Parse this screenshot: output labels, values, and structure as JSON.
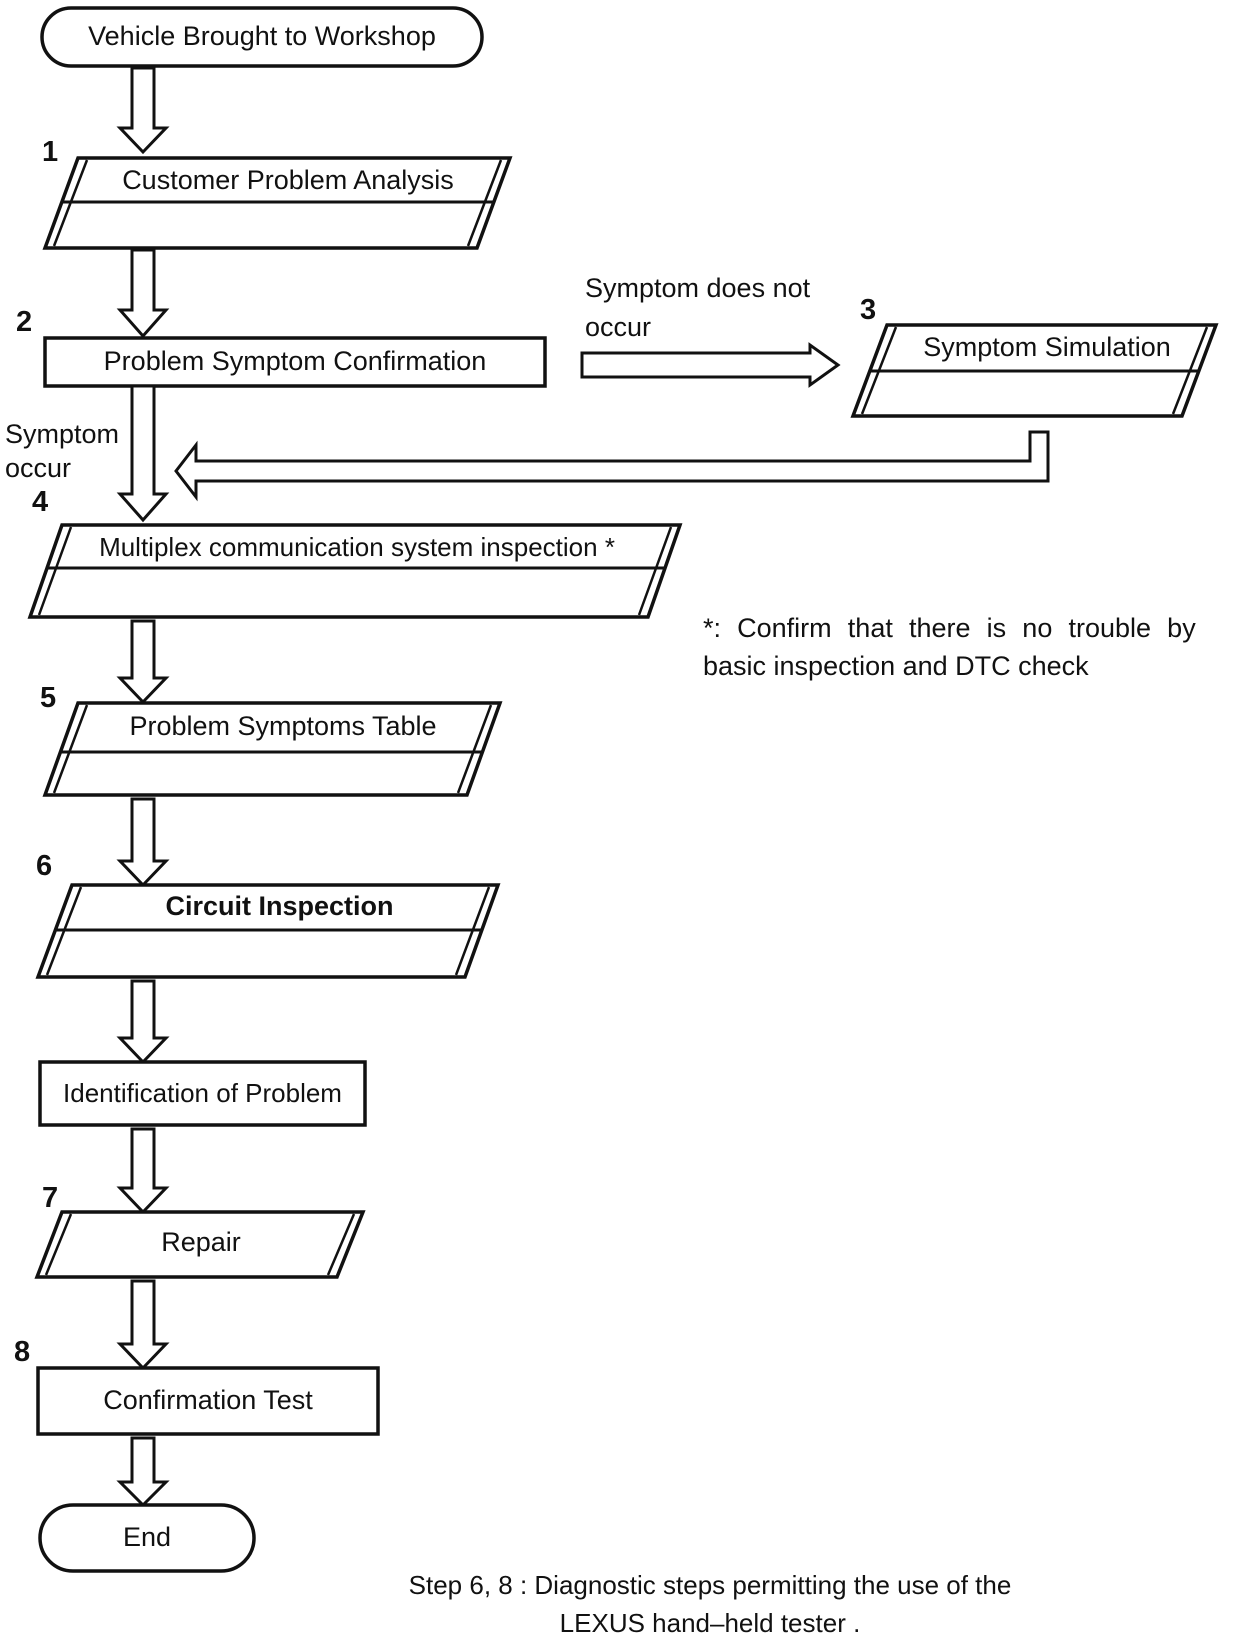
{
  "nodes": {
    "start": {
      "label": "Vehicle Brought to Workshop"
    },
    "step1": {
      "number": "1",
      "label": "Customer Problem Analysis"
    },
    "step2": {
      "number": "2",
      "label": "Problem Symptom Confirmation"
    },
    "step3": {
      "number": "3",
      "label": "Symptom Simulation"
    },
    "step4": {
      "number": "4",
      "label": "Multiplex communication system inspection *"
    },
    "step5": {
      "number": "5",
      "label": "Problem Symptoms Table"
    },
    "step6": {
      "number": "6",
      "label": "Circuit Inspection"
    },
    "identification": {
      "label": "Identification of Problem"
    },
    "step7": {
      "number": "7",
      "label": "Repair"
    },
    "step8": {
      "number": "8",
      "label": "Confirmation Test"
    },
    "end": {
      "label": "End"
    }
  },
  "edge_labels": {
    "symptom_does_not_occur": {
      "line1": "Symptom does not",
      "line2": "occur"
    },
    "symptom_occur": {
      "line1": "Symptom",
      "line2": "occur"
    }
  },
  "note": {
    "line1": "*: Confirm that there is no trouble by",
    "line2": "basic inspection and DTC check"
  },
  "caption": {
    "line1": "Step 6, 8 : Diagnostic steps permitting the use of the",
    "line2": "LEXUS hand–held tester ."
  },
  "colors": {
    "ink": "#111111",
    "background": "#ffffff"
  }
}
